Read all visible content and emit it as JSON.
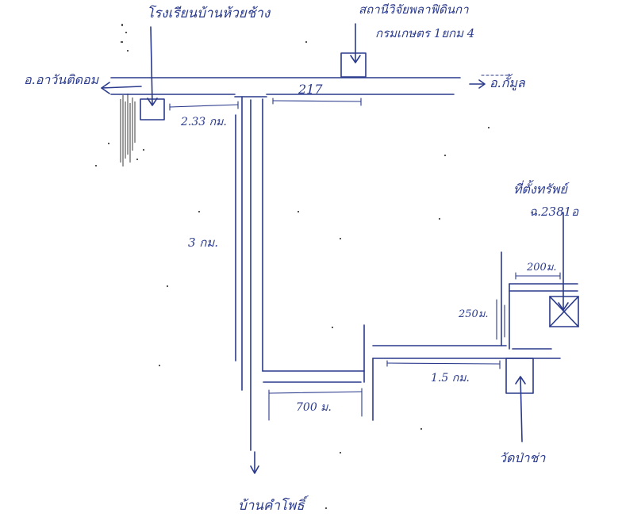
{
  "labels": {
    "school": "โรงเรียนบ้านห้วยช้าง",
    "research_top": "สถานีวิจัยพลาฟิดินกา",
    "research_bottom": "กรมเกษตร 1ยกม 4",
    "west_dest": "อ.อาวันติดอม",
    "east_dest": "อ.กั้มูล",
    "road_number": "217",
    "dist_school": "2.33 กม.",
    "dist_main_south": "3 กม.",
    "dist_700": "700 ม.",
    "dist_1_5": "1.5 กม.",
    "dist_250": "250ม.",
    "dist_200": "200ม.",
    "site_title": "ที่ตั้งทรัพย์",
    "site_code": "ฉ.2381อ",
    "temple": "วัดป่าช่า",
    "south_dest": "บ้านคำโพธิ์"
  },
  "colors": {
    "ink": "#2a3a8c",
    "paper": "#ffffff"
  }
}
